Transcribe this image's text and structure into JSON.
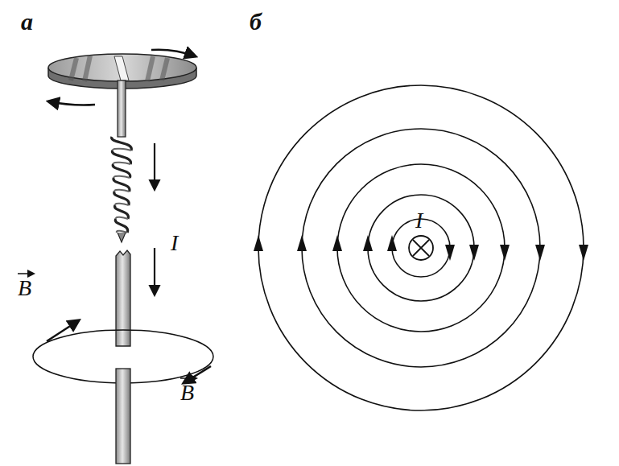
{
  "diagram": {
    "labels": [
      "а",
      "б",
      "I",
      "B",
      "B",
      "I"
    ]
  }
}
